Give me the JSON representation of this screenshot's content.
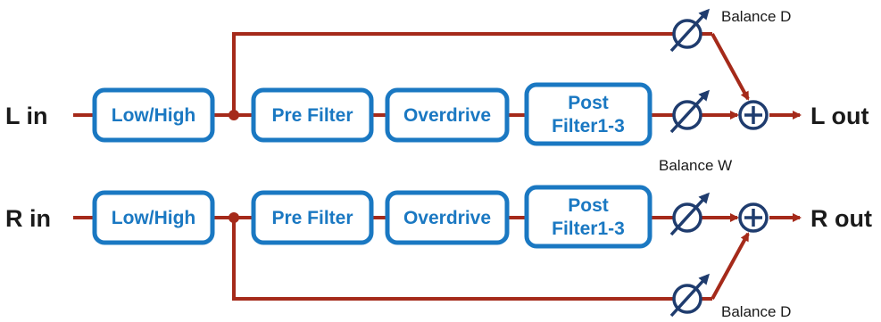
{
  "left_channel": {
    "input_label": "L in",
    "output_label": "L out",
    "blocks": {
      "low_high": "Low/High",
      "pre_filter": "Pre Filter",
      "overdrive": "Overdrive",
      "post_filter_line1": "Post",
      "post_filter_line2": "Filter1-3"
    },
    "dry_balance_label": "Balance D",
    "wet_balance_label": "Balance W"
  },
  "right_channel": {
    "input_label": "R in",
    "output_label": "R out",
    "blocks": {
      "low_high": "Low/High",
      "pre_filter": "Pre Filter",
      "overdrive": "Overdrive",
      "post_filter_line1": "Post",
      "post_filter_line2": "Filter1-3"
    },
    "dry_balance_label": "Balance D"
  },
  "colors": {
    "signal_line": "#a52a1a",
    "block_border": "#1a78c2",
    "knob": "#1f3c6e"
  }
}
